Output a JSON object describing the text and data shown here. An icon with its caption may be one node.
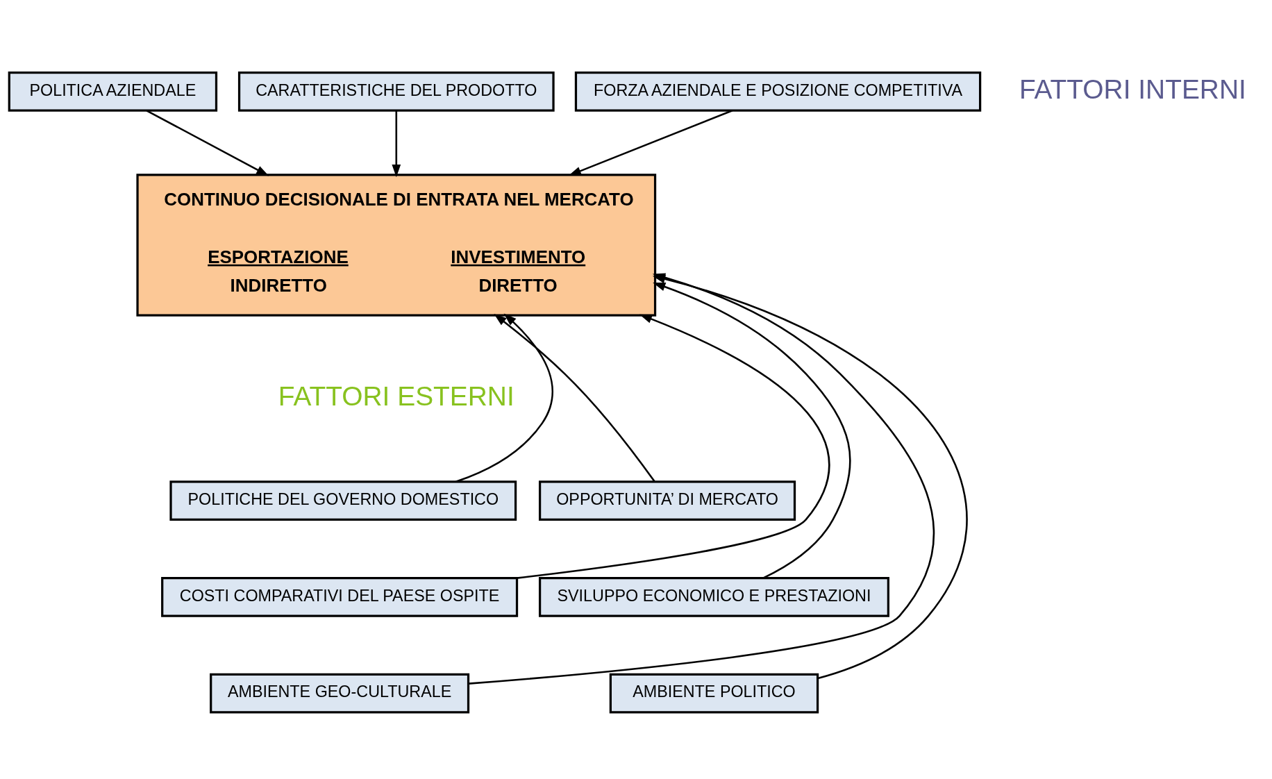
{
  "diagram": {
    "nodes": [
      {
        "text": [
          "POLITICA AZIENDALE"
        ]
      },
      {
        "text": [
          "CARATTERISTICHE DEL PRODOTTO"
        ]
      },
      {
        "text": [
          "FORZA AZIENDALE E POSIZIONE COMPETITIVA"
        ]
      },
      {
        "text": [
          "CONTINUO DECISIONALE DI ENTRATA NEL MERCATO",
          "ESPORTAZIONE",
          "INVESTIMENTO",
          "INDIRETTO",
          "DIRETTO"
        ]
      },
      {
        "text": [
          "POLITICHE DEL GOVERNO DOMESTICO"
        ]
      },
      {
        "text": [
          "OPPORTUNITA’ DI MERCATO"
        ]
      },
      {
        "text": [
          "COSTI COMPARATIVI DEL PAESE OSPITE"
        ]
      },
      {
        "text": [
          "SVILUPPO ECONOMICO E PRESTAZIONI"
        ]
      },
      {
        "text": [
          "AMBIENTE GEO-CULTURALE"
        ]
      },
      {
        "text": [
          "AMBIENTE POLITICO"
        ]
      }
    ],
    "edges": [
      {
        "from": 1,
        "to": 3,
        "arrow": "to"
      },
      {
        "from": 0,
        "to": 3,
        "arrow": "to"
      },
      {
        "from": 2,
        "to": 3,
        "arrow": "to"
      },
      {
        "from": 4,
        "to": 3,
        "arrow": "to"
      },
      {
        "from": 6,
        "to": 3,
        "arrow": "to"
      },
      {
        "from": 8,
        "to": 3,
        "arrow": "to"
      },
      {
        "from": 9,
        "to": 3,
        "arrow": "to"
      },
      {
        "from": 7,
        "to": 3,
        "arrow": "to"
      },
      {
        "from": 5,
        "to": 3,
        "arrow": "to"
      }
    ],
    "labels": [
      "FATTORI INTERNI",
      "FATTORI ESTERNI"
    ]
  }
}
